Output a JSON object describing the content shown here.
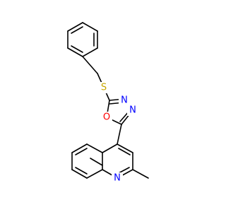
{
  "molecule": {
    "atoms": {
      "S": {
        "text": "S",
        "color": "#c8a800"
      },
      "O": {
        "text": "O",
        "color": "#ff0000"
      },
      "N1": {
        "text": "N",
        "color": "#0000ff"
      },
      "N2": {
        "text": "N",
        "color": "#0000ff"
      },
      "N3": {
        "text": "N",
        "color": "#0000ff"
      }
    }
  }
}
